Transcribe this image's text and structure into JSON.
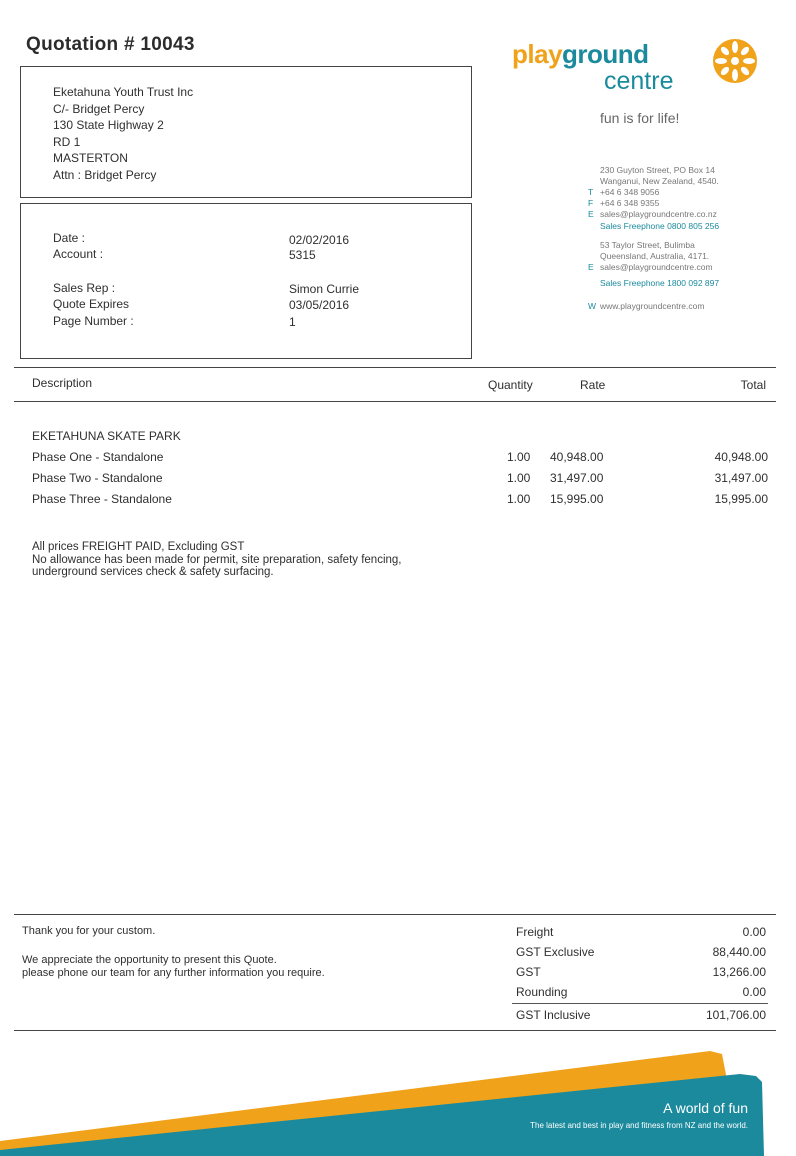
{
  "title": "Quotation # 10043",
  "address": {
    "lines": [
      "Eketahuna Youth Trust Inc",
      "C/- Bridget Percy",
      "130 State Highway 2",
      "RD 1",
      "MASTERTON",
      "Attn : Bridget Percy"
    ]
  },
  "meta": {
    "date_label": "Date :",
    "date_value": "02/02/2016",
    "account_label": "Account :",
    "account_value": "5315",
    "rep_label": "Sales Rep :",
    "rep_value": "Simon Currie",
    "expires_label": "Quote Expires",
    "expires_value": "03/05/2016",
    "page_label": "Page Number :",
    "page_value": "1"
  },
  "brand": {
    "play": "play",
    "ground": "ground",
    "centre": "centre",
    "tagline": "fun is for life!",
    "nz_address1": "230 Guyton Street, PO Box 14",
    "nz_address2": "Wanganui, New Zealand, 4540.",
    "t_label": "T",
    "phone": "+64 6 348 9056",
    "f_label": "F",
    "fax": "+64 6 348 9355",
    "e_label": "E",
    "email_nz": "sales@playgroundcentre.co.nz",
    "freephone_nz": "Sales Freephone 0800 805 256",
    "au_address1": "53 Taylor Street, Bulimba",
    "au_address2": "Queensland, Australia, 4171.",
    "e2_label": "E",
    "email_au": "sales@playgroundcentre.com",
    "freephone_au": "Sales Freephone 1800 092 897",
    "w_label": "W",
    "website": "www.playgroundcentre.com",
    "orange": "#f0a21a",
    "teal": "#1b8a9d"
  },
  "table": {
    "headers": {
      "description": "Description",
      "quantity": "Quantity",
      "rate": "Rate",
      "total": "Total"
    },
    "section": "EKETAHUNA SKATE PARK",
    "rows": [
      {
        "description": "Phase One - Standalone",
        "quantity": "1.00",
        "rate": "40,948.00",
        "total": "40,948.00"
      },
      {
        "description": "Phase Two - Standalone",
        "quantity": "1.00",
        "rate": "31,497.00",
        "total": "31,497.00"
      },
      {
        "description": "Phase Three - Standalone",
        "quantity": "1.00",
        "rate": "15,995.00",
        "total": "15,995.00"
      }
    ]
  },
  "notes": [
    "All prices FREIGHT PAID, Excluding GST",
    "No allowance has been made for permit, site preparation, safety fencing,",
    "underground services check & safety surfacing."
  ],
  "footer": {
    "thanks": "Thank you for your custom.",
    "appreciate1": "We appreciate the opportunity to present this Quote.",
    "appreciate2": "please phone our team for any further information you require.",
    "totals": [
      {
        "label": "Freight",
        "value": "0.00"
      },
      {
        "label": "GST Exclusive",
        "value": "88,440.00"
      },
      {
        "label": "GST",
        "value": "13,266.00"
      },
      {
        "label": "Rounding",
        "value": "0.00"
      }
    ],
    "grand_label": "GST Inclusive",
    "grand_value": "101,706.00"
  },
  "banner": {
    "slogan": "A world of fun",
    "subline": "The latest and best in play and fitness from NZ and the world."
  }
}
